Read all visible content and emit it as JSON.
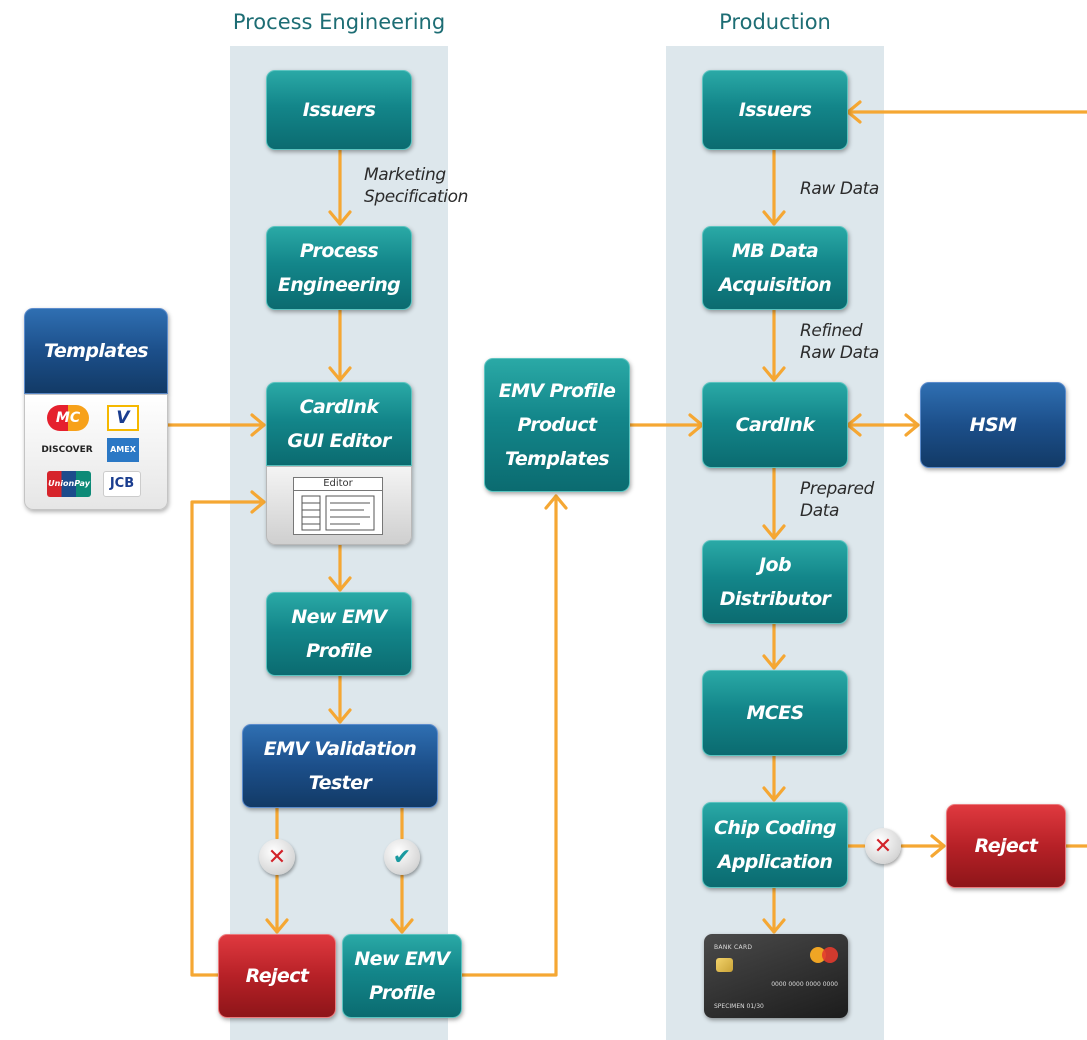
{
  "lanes": {
    "process_engineering": "Process Engineering",
    "production": "Production"
  },
  "boxes": {
    "pe_issuers": "Issuers",
    "pe_process_engineering": "Process\nEngineering",
    "pe_cardink_gui_editor": "CardInk\nGUI Editor",
    "pe_new_emv_profile": "New EMV\nProfile",
    "pe_emv_validation_tester": "EMV Validation\nTester",
    "pe_reject": "Reject",
    "pe_new_emv_profile_2": "New EMV\nProfile",
    "templates": "Templates",
    "emv_profile_product_templates": "EMV Profile\nProduct\nTemplates",
    "pr_issuers": "Issuers",
    "pr_mb_data_acquisition": "MB Data\nAcquisition",
    "pr_cardink": "CardInk",
    "hsm": "HSM",
    "pr_job_distributor": "Job\nDistributor",
    "pr_mces": "MCES",
    "pr_chip_coding_application": "Chip Coding\nApplication",
    "pr_reject": "Reject"
  },
  "notes": {
    "marketing_specification": "Marketing\nSpecification",
    "raw_data": "Raw Data",
    "refined_raw_data": "Refined\nRaw Data",
    "prepared_data": "Prepared\nData"
  },
  "editor_label": "Editor",
  "card_brands": {
    "mc": "MC",
    "v": "V",
    "discover": "DISCOVER",
    "amex": "AMEX",
    "unionpay": "UnionPay",
    "jcb": "JCB"
  },
  "bank_card": {
    "label": "BANK CARD",
    "number": "0000 0000 0000 0000",
    "specimen": "SPECIMEN    01/30"
  },
  "colors": {
    "arrow": "#f5a733",
    "teal": "#13868a",
    "navy": "#1c4f8a",
    "red": "#b72127",
    "lane": "#dde7ec"
  }
}
